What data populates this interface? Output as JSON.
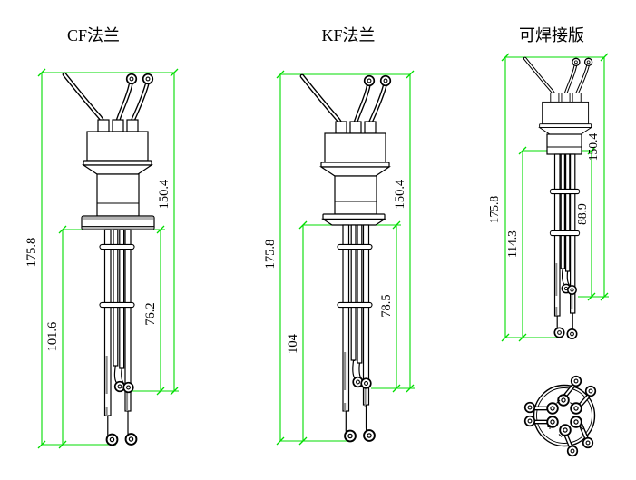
{
  "page": {
    "background": "#ffffff"
  },
  "colors": {
    "linework": "#000000",
    "dimension_lines": "#00dd00",
    "flange_shading": "#b2b2b2"
  },
  "drawings": [
    {
      "id": "cf-flange",
      "title": "CF法兰",
      "dims": {
        "outer_left": "175.8",
        "inner_left": "101.6",
        "outer_right": "150.4",
        "inner_right": "76.2"
      }
    },
    {
      "id": "kf-flange",
      "title": "KF法兰",
      "dims": {
        "outer_left": "175.8",
        "inner_left": "104",
        "outer_right": "150.4",
        "inner_right": "78.5"
      }
    },
    {
      "id": "weldable",
      "title": "可焊接版",
      "dims": {
        "outer_left": "175.8",
        "inner_left": "114.3",
        "outer_right": "150.4",
        "inner_right": "88.9"
      }
    }
  ],
  "end_view": {
    "pin_count": 6
  }
}
